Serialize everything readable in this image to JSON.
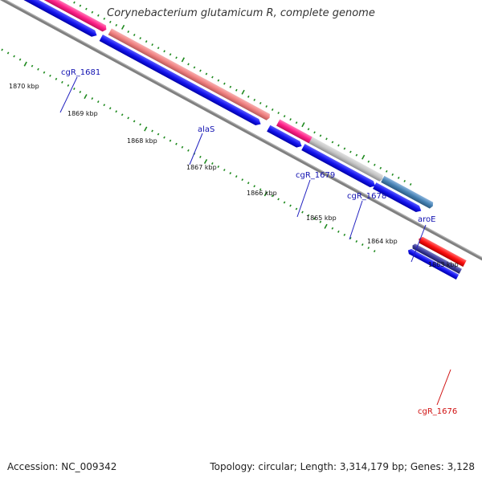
{
  "title": "Corynebacterium glutamicum R, complete genome",
  "footer": {
    "accession": "Accession: NC_009342",
    "summary": "Topology: circular; Length: 3,314,179 bp; Genes: 3,128"
  },
  "ruler_labels": [
    "1870 kbp",
    "1869 kbp",
    "1868 kbp",
    "1867 kbp",
    "1866 kbp",
    "1865 kbp",
    "1864 kbp",
    "1863 kbp"
  ],
  "gene_labels": [
    {
      "name": "cgR_1681",
      "color": "#1010b0"
    },
    {
      "name": "alaS",
      "color": "#1010b0"
    },
    {
      "name": "cgR_1679",
      "color": "#1010b0"
    },
    {
      "name": "cgR_1678",
      "color": "#1010b0"
    },
    {
      "name": "aroE",
      "color": "#1010b0"
    },
    {
      "name": "cgR_1676",
      "color": "#d01010"
    }
  ],
  "colors": {
    "tick": "#1f8a1f",
    "backbone": "#808080",
    "cds": "#1a1aee",
    "pink": "#ff2d8a",
    "salmon": "#f08080",
    "gray_gene": "#c0c0c0",
    "steel": "#4682b4",
    "red_gene": "#ff1a1a",
    "navy_gene": "#3a3a9a"
  }
}
